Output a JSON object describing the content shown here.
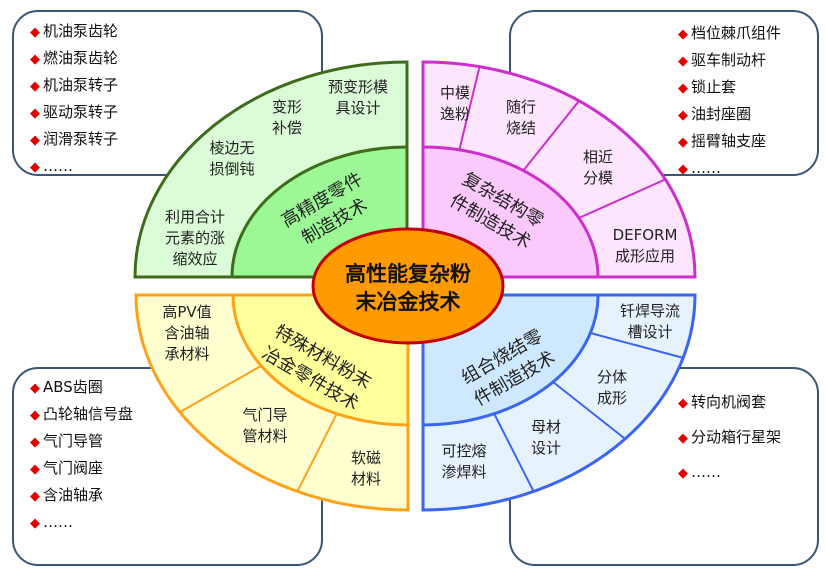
{
  "center": {
    "line1": "高性能复杂粉",
    "line2": "末冶金技术"
  },
  "quadrants": {
    "top_left": {
      "title": [
        "高精度零件",
        "制造技术"
      ],
      "items": [
        [
          "利用合计",
          "元素的涨",
          "缩效应"
        ],
        [
          "棱边无",
          "损倒钝"
        ],
        [
          "变形",
          "补偿"
        ],
        [
          "预变形模",
          "具设计"
        ]
      ],
      "examples": [
        "机油泵齿轮",
        "燃油泵齿轮",
        "机油泵转子",
        "驱动泵转子",
        "润滑泵转子",
        "……"
      ]
    },
    "top_right": {
      "title": [
        "复杂结构零",
        "件制造技术"
      ],
      "items": [
        [
          "中模",
          "逸粉"
        ],
        [
          "随行",
          "烧结"
        ],
        [
          "相近",
          "分模"
        ],
        [
          "DEFORM",
          "成形应用"
        ]
      ],
      "examples": [
        "档位棘爪组件",
        "驱车制动杆",
        "锁止套",
        "油封座圈",
        "摇臂轴支座",
        "……"
      ]
    },
    "bottom_left": {
      "title": [
        "特殊材料粉末",
        "冶金零件技术"
      ],
      "items": [
        [
          "高PV值",
          "含油轴",
          "承材料"
        ],
        [
          "气门导",
          "管材料"
        ],
        [
          "软磁",
          "材料"
        ]
      ],
      "examples": [
        "ABS齿圈",
        "凸轮轴信号盘",
        "气门导管",
        "气门阀座",
        "含油轴承",
        "……"
      ]
    },
    "bottom_right": {
      "title": [
        "组合烧结零",
        "件制造技术"
      ],
      "items": [
        [
          "钎焊导流",
          "槽设计"
        ],
        [
          "分体",
          "成形"
        ],
        [
          "母材",
          "设计"
        ],
        [
          "可控熔",
          "渗焊料"
        ]
      ],
      "examples": [
        "转向机阀套",
        "分动箱行星架",
        "……"
      ]
    }
  },
  "colors": {
    "green_stroke": "#3e6b1c",
    "green_outer": "#dafcd6",
    "green_inner": "#9cf894",
    "pink_stroke": "#cc2fcc",
    "pink_outer": "#fde6fd",
    "pink_inner": "#fbc9fb",
    "orange_stroke": "#ffa21a",
    "orange_outer": "#ffffcf",
    "orange_inner": "#ffff9c",
    "blue_stroke": "#3a66f2",
    "blue_outer": "#e6f3ff",
    "blue_inner": "#cde8ff",
    "center_fill": "#ff9a00",
    "center_stroke": "#c00000",
    "bullet": "#e00000"
  }
}
